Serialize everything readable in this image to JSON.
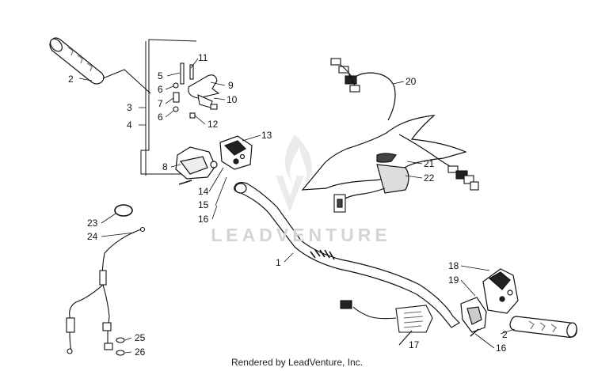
{
  "watermark": {
    "text": "LEADVENTURE"
  },
  "footer": {
    "text": "Rendered by LeadVenture, Inc."
  },
  "labels": {
    "p1": "1",
    "p2a": "2",
    "p2b": "2",
    "p3": "3",
    "p4": "4",
    "p5": "5",
    "p6a": "6",
    "p6b": "6",
    "p7": "7",
    "p8": "8",
    "p9": "9",
    "p10": "10",
    "p11": "11",
    "p12": "12",
    "p13": "13",
    "p14": "14",
    "p15": "15",
    "p16a": "16",
    "p16b": "16",
    "p17": "17",
    "p18": "18",
    "p19": "19",
    "p20": "20",
    "p21": "21",
    "p22": "22",
    "p23": "23",
    "p24": "24",
    "p25": "25",
    "p26": "26"
  }
}
